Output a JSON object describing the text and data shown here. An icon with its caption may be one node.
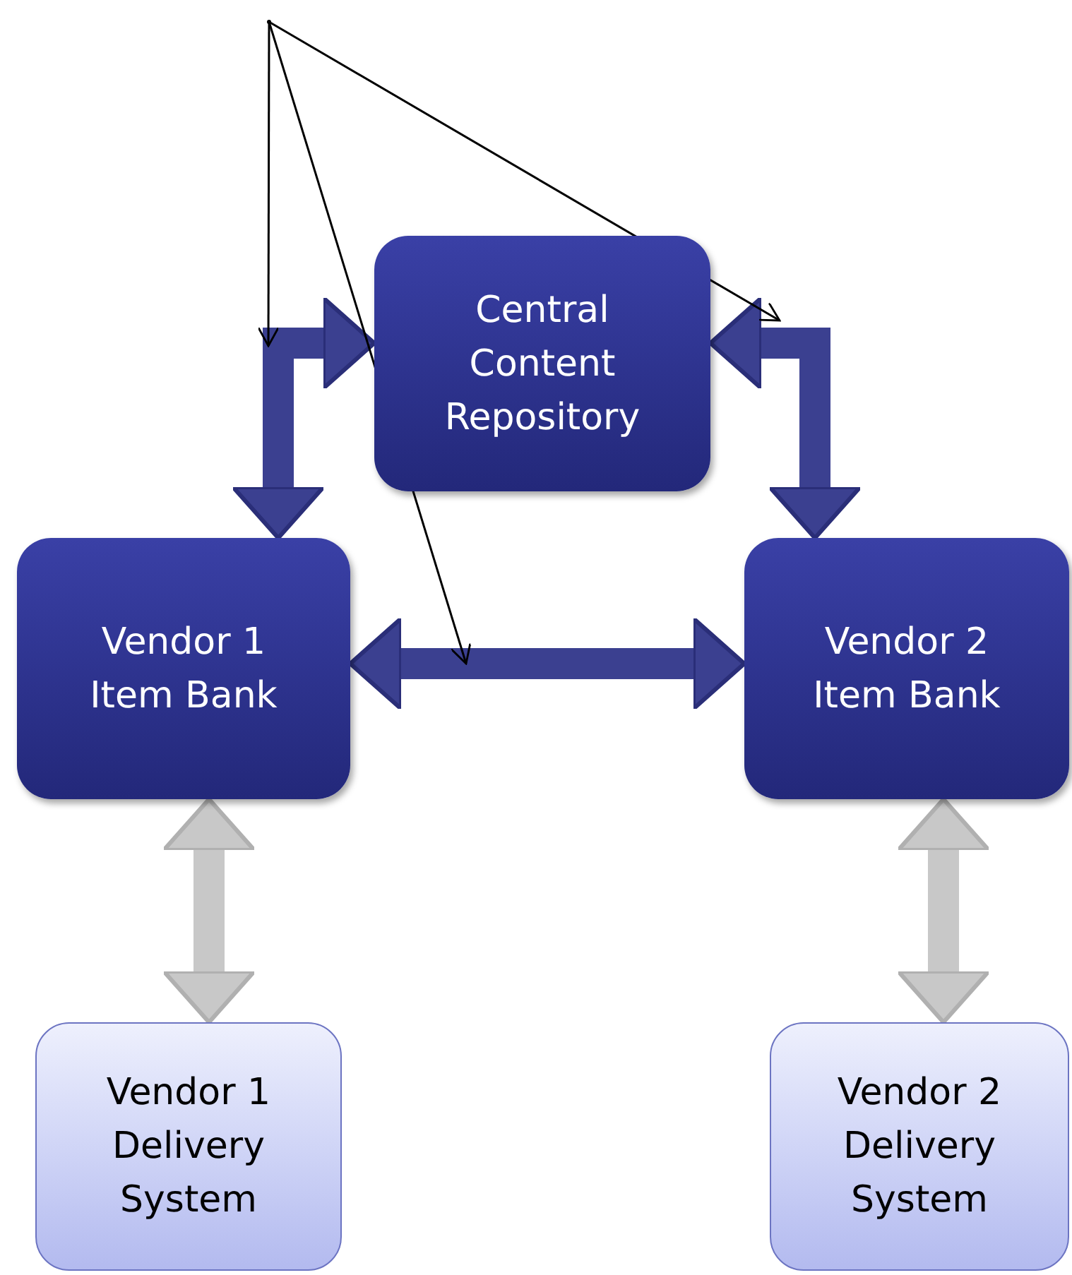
{
  "diagram": {
    "nodes": [
      {
        "text": [
          "Central Content Repository"
        ]
      },
      {
        "text": [
          "Vendor 1 Item Bank"
        ]
      },
      {
        "text": [
          "Vendor 2 Item Bank"
        ]
      },
      {
        "text": [
          "Vendor 1 Delivery System"
        ]
      },
      {
        "text": [
          "Vendor 2 Delivery System"
        ]
      },
      {
        "text": [],
        "shape": "point"
      }
    ],
    "edges": [
      {
        "from": 0,
        "to": 1,
        "arrow": "both"
      },
      {
        "from": 0,
        "to": 2,
        "arrow": "both"
      },
      {
        "from": 1,
        "to": 2,
        "arrow": "both"
      },
      {
        "from": 1,
        "to": 3,
        "arrow": "both",
        "color": "#c8c8c8"
      },
      {
        "from": 2,
        "to": 4,
        "arrow": "both",
        "color": "#c8c8c8"
      },
      {
        "from": 5,
        "to": null,
        "arrow": "to",
        "color": "#000000"
      },
      {
        "from": 5,
        "to": null,
        "arrow": "to",
        "color": "#000000"
      },
      {
        "from": 5,
        "to": null,
        "arrow": "to",
        "color": "#000000"
      }
    ]
  }
}
